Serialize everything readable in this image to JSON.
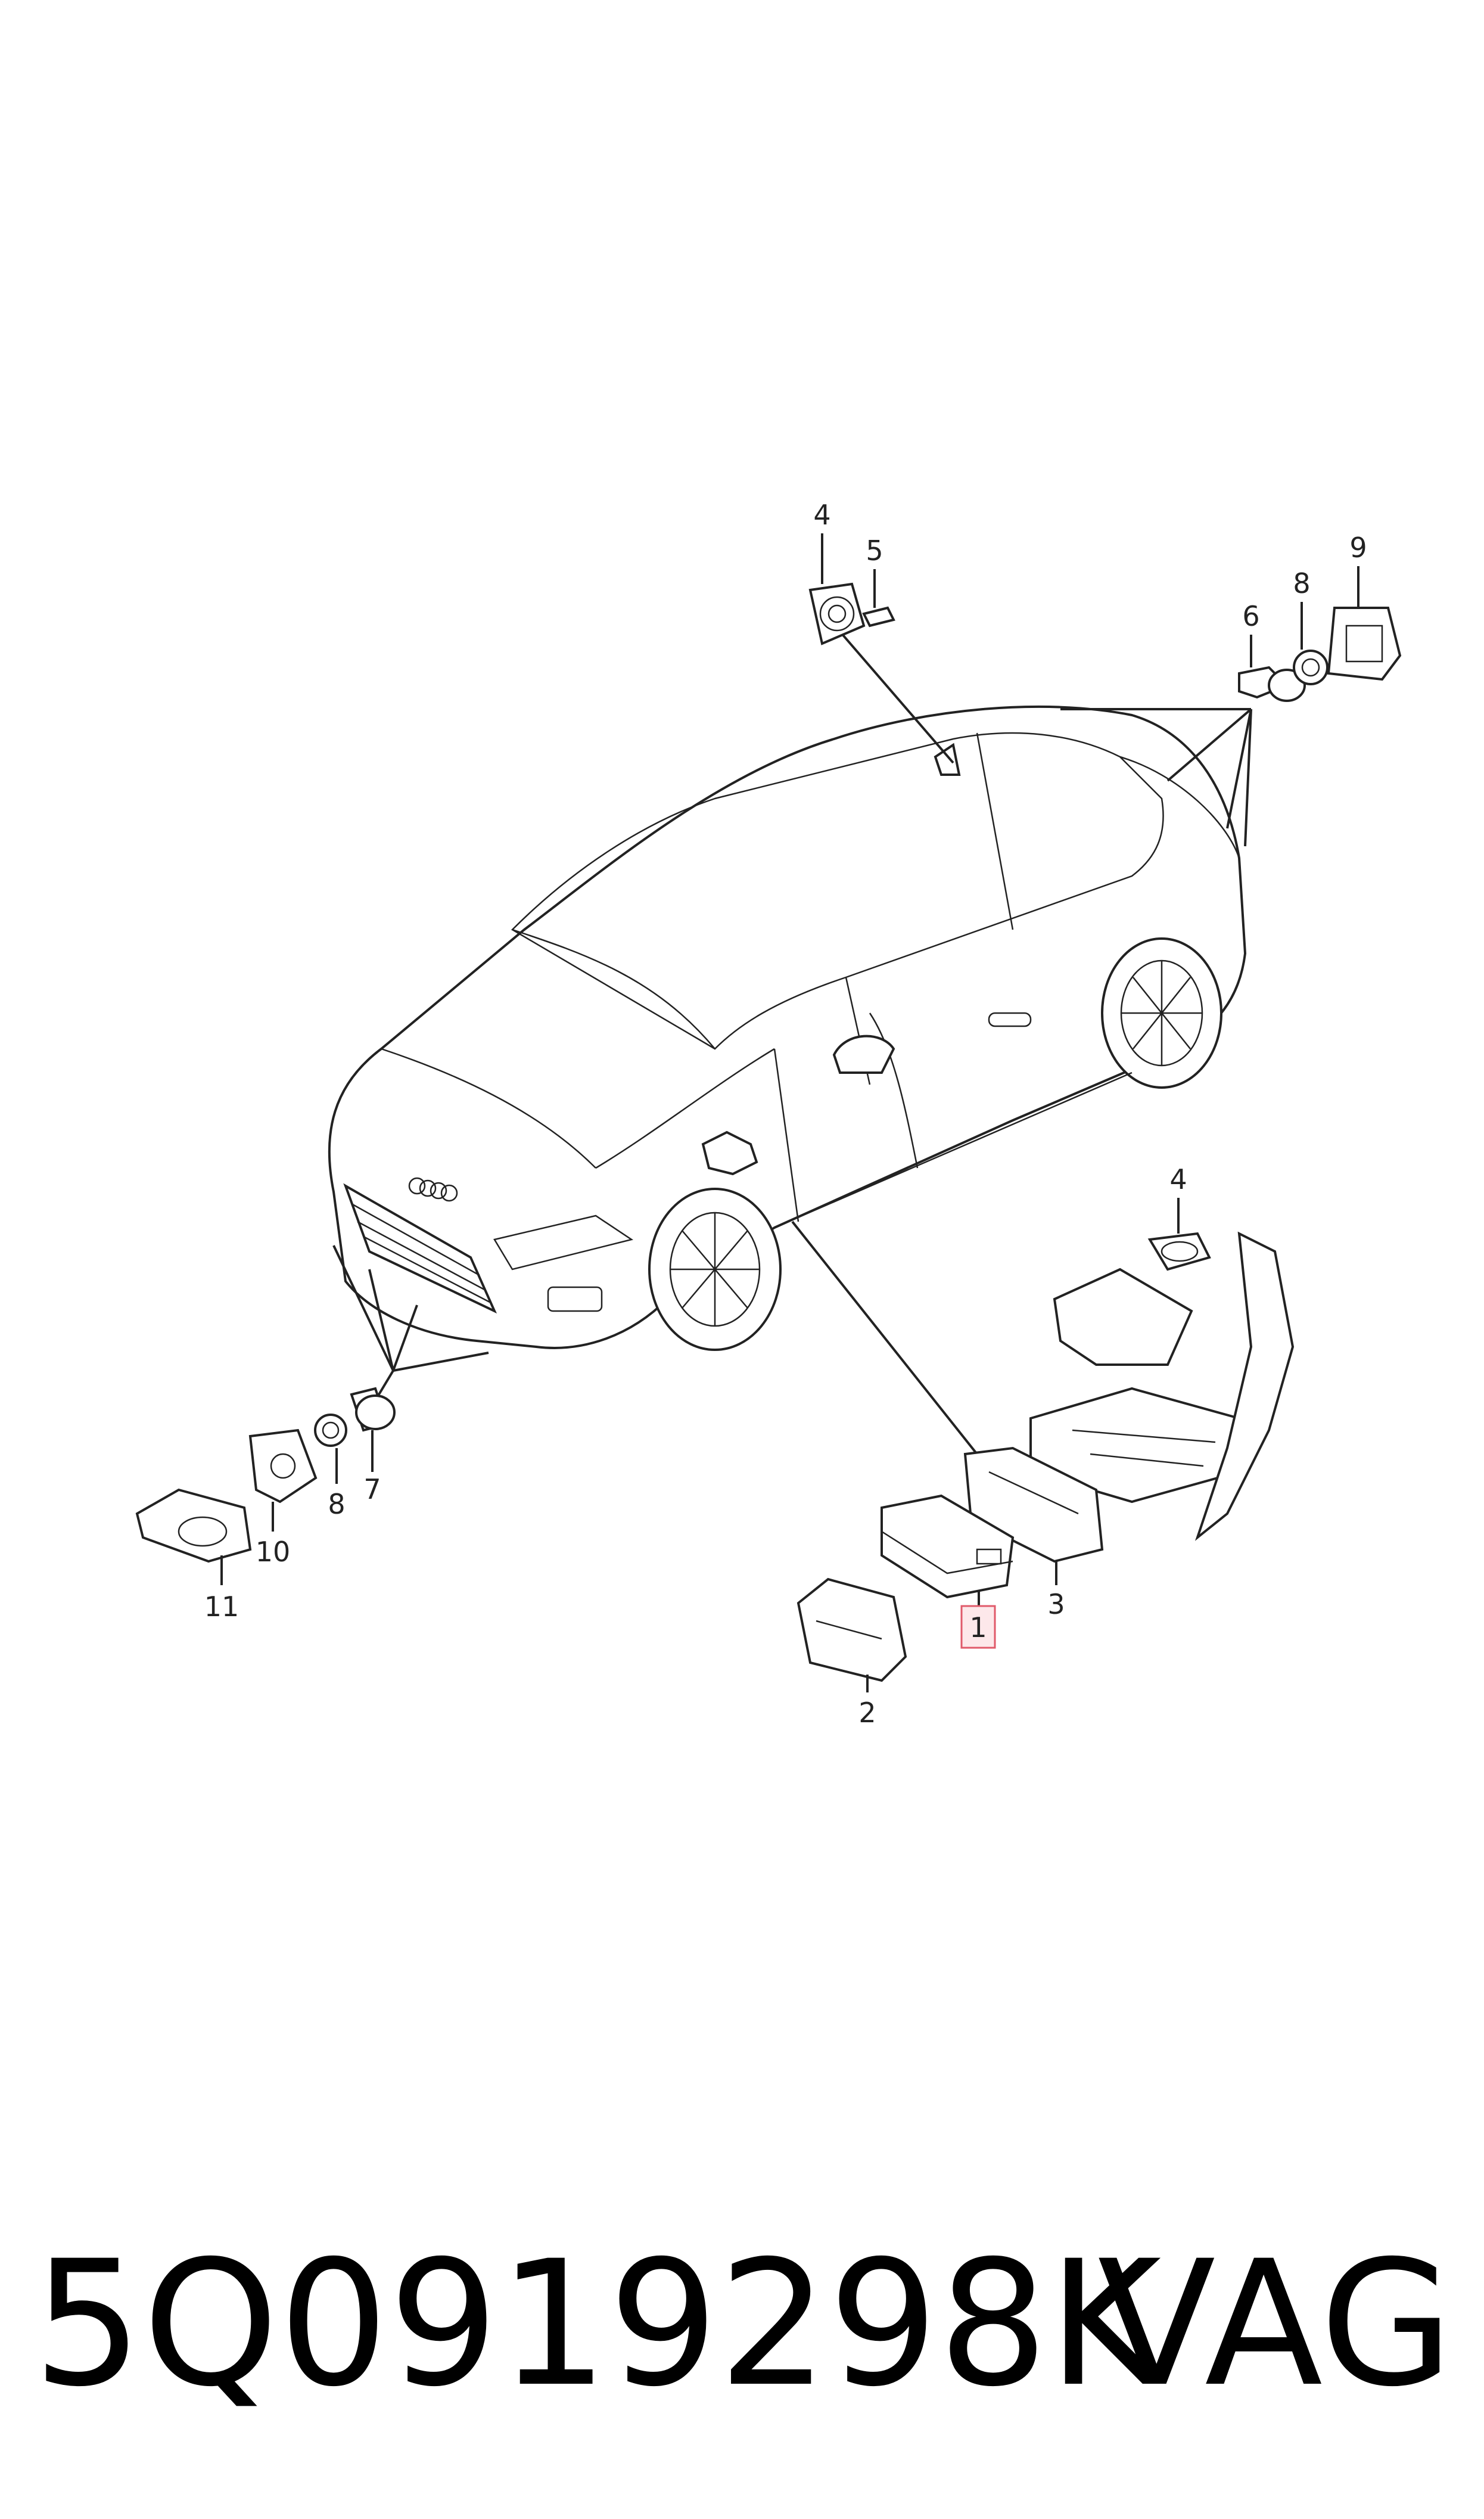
{
  "diagram": {
    "callouts": {
      "c1": "1",
      "c2": "2",
      "c3": "3",
      "c4_top": "4",
      "c4_bottom": "4",
      "c5": "5",
      "c6": "6",
      "c7": "7",
      "c8_right": "8",
      "c8_left": "8",
      "c9": "9",
      "c10": "10",
      "c11": "11"
    },
    "highlight_color": "#e05a6a"
  },
  "footer": {
    "part_number": "5Q0919298K",
    "brand": "VAG"
  }
}
